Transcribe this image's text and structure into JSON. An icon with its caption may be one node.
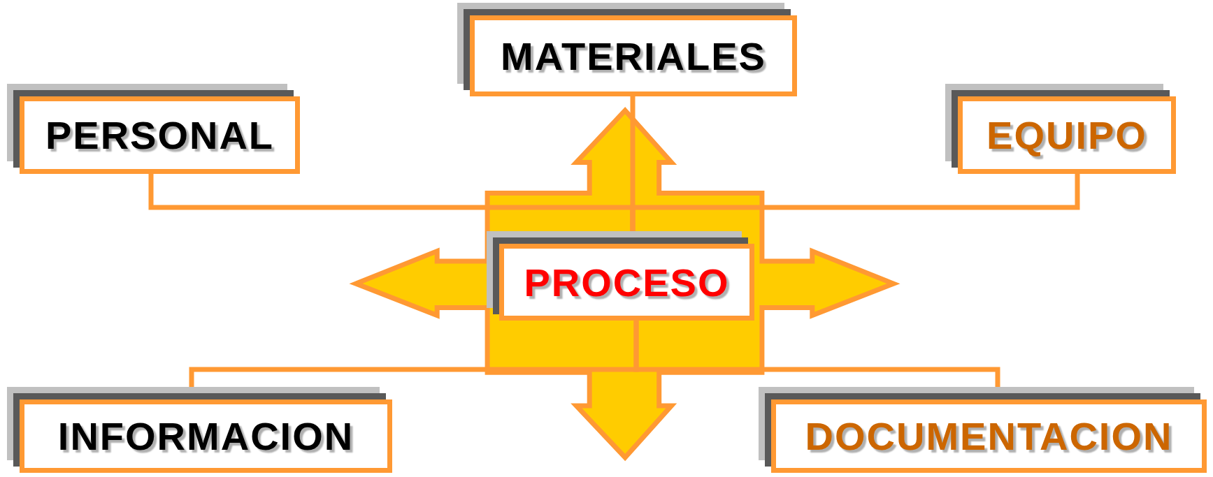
{
  "diagram": {
    "nodes": [
      {
        "text": [
          "MATERIALES"
        ]
      },
      {
        "text": [
          "PERSONAL"
        ]
      },
      {
        "text": [
          "EQUIPO"
        ]
      },
      {
        "text": [
          "PROCESO"
        ]
      },
      {
        "text": [
          "INFORMACION"
        ]
      },
      {
        "text": [
          "DOCUMENTACION"
        ]
      }
    ],
    "edges": [
      {
        "from": 0,
        "to": 3,
        "arrow": "none"
      },
      {
        "from": 1,
        "to": 3,
        "arrow": "none"
      },
      {
        "from": 2,
        "to": 3,
        "arrow": "none"
      },
      {
        "from": 3,
        "to": 4,
        "arrow": "none"
      },
      {
        "from": 3,
        "to": 5,
        "arrow": "none"
      }
    ]
  }
}
